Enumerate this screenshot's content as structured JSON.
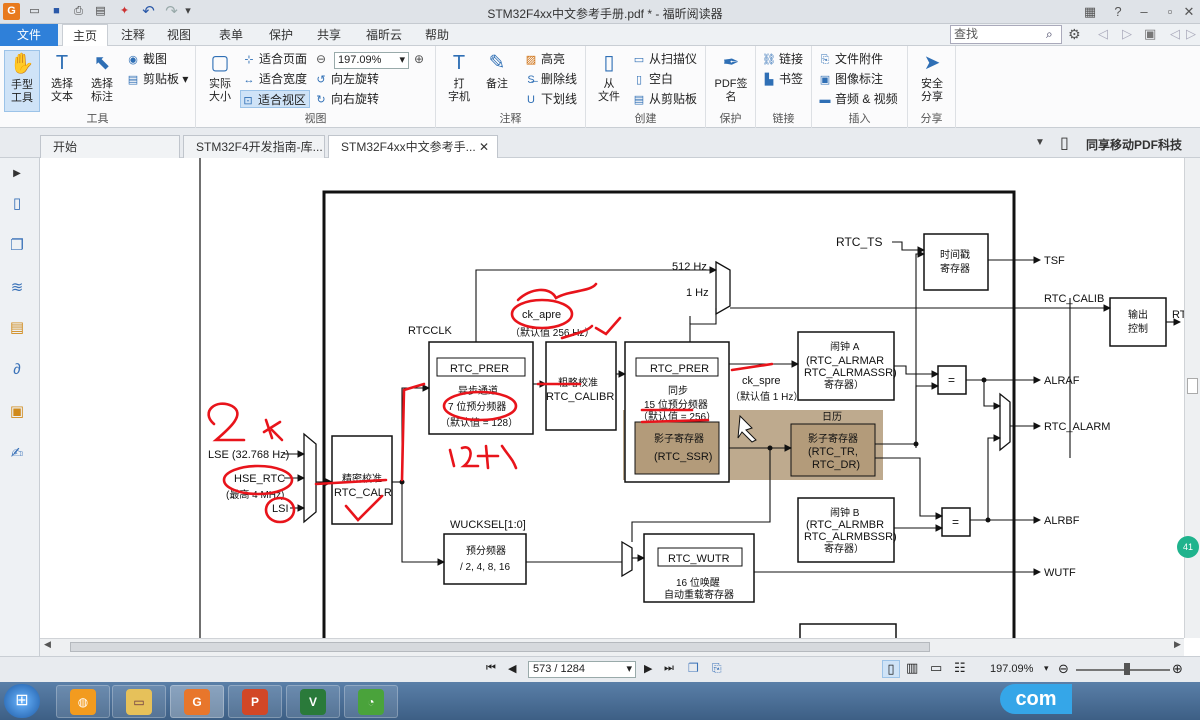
{
  "window": {
    "title": "STM32F4xx中文参考手册.pdf * - 福昕阅读器"
  },
  "menu": {
    "file": "文件",
    "tabs": [
      "主页",
      "注释",
      "视图",
      "表单",
      "保护",
      "共享",
      "福昕云",
      "帮助"
    ],
    "search_placeholder": "查找"
  },
  "ribbon": {
    "tools": {
      "hand": "手型\n工具",
      "select_text": "选择\n文本",
      "select_annot": "选择\n标注",
      "screenshot": "截图",
      "clipboard": "剪贴板",
      "label": "工具"
    },
    "view": {
      "actual_size": "实际\n大小",
      "fit_page": "适合页面",
      "fit_width": "适合宽度",
      "fit_visible": "适合视区",
      "zoom": "197.09%",
      "rotate_left": "向左旋转",
      "rotate_right": "向右旋转",
      "label": "视图"
    },
    "annot": {
      "typewriter": "打\n字机",
      "note": "备注",
      "highlight": "高亮",
      "strikeout": "删除线",
      "underline": "下划线",
      "label": "注释"
    },
    "create": {
      "from_file": "从\n文件",
      "from_scanner": "从扫描仪",
      "blank": "空白",
      "from_clipboard": "从剪贴板",
      "label": "创建"
    },
    "protect": {
      "pdf_sign": "PDF签\n名",
      "label": "保护"
    },
    "links": {
      "link": "链接",
      "bookmark": "书签",
      "label": "链接"
    },
    "insert": {
      "file_attach": "文件附件",
      "image_annot": "图像标注",
      "audio_video": "音频 & 视频",
      "label": "插入"
    },
    "share": {
      "secure_share": "安全\n分享",
      "label": "分享"
    }
  },
  "doc_tabs": [
    "开始",
    "STM32F4开发指南-库...",
    "STM32F4xx中文参考手..."
  ],
  "promo": "同享移动PDF科技",
  "diagram": {
    "rtcclk": "RTCCLK",
    "lse": "LSE (32.768 Hz)",
    "hse_rtc": "HSE_RTC",
    "hse_note": "(最高 4 MHz)",
    "lsi": "LSI",
    "fine_cal": "精密校准",
    "rtc_calr": "RTC_CALR",
    "prer_a": "RTC_PRER",
    "async": "异步通道",
    "prediv7": "7 位预分频器",
    "default128": "（默认值 = 128）",
    "coarse_cal": "粗略校准",
    "rtc_calibr": "RTC_CALIBR",
    "ck_apre": "ck_apre",
    "ck_apre_default": "（默认值 256 Hz）",
    "prer_s": "RTC_PRER",
    "sync": "同步",
    "prediv15": "15 位预分频器",
    "default256": "（默认值 = 256）",
    "shadow_ssr": "影子寄存器",
    "rtc_ssr": "(RTC_SSR)",
    "ck_spre": "ck_spre",
    "ck_spre_default": "（默认值 1 Hz）",
    "calendar": "日历",
    "shadow_tr": "影子寄存器",
    "rtc_tr": "(RTC_TR,",
    "rtc_dr": "RTC_DR)",
    "hz512": "512 Hz",
    "hz1": "1 Hz",
    "rtc_ts": "RTC_TS",
    "timestamp": "时间戳",
    "reg": "寄存器",
    "tsf": "TSF",
    "rtc_calib": "RTC_CALIB",
    "out_ctrl": "输出",
    "ctrl": "控制",
    "alarm_a": "闹钟 A",
    "alrmar": "(RTC_ALRMAR",
    "alrmassr": "RTC_ALRMASSR)",
    "reg_a": "寄存器）",
    "alraf": "ALRAF",
    "rtc_alarm": "RTC_ALARM",
    "alarm_b": "闹钟 B",
    "alrmbr": "(RTC_ALRMBR",
    "alrmbssr": "RTC_ALRMBSSR)",
    "reg_b": "寄存器）",
    "alrbf": "ALRBF",
    "wucksel": "WUCKSEL[1:0]",
    "prescaler": "预分频器",
    "div_list": "/ 2, 4, 8, 16",
    "rtc_wutr": "RTC_WUTR",
    "wakeup16": "16 位唤醒",
    "autoreload": "自动重载寄存器",
    "wutf": "WUTF",
    "eq": "=",
    "rt_edge": "RT",
    "handwritten": "K  2  12+1"
  },
  "status": {
    "page": "573 / 1284",
    "zoom": "197.09%"
  },
  "taskbar": {
    "items": [
      "开始",
      "文件资源管理器",
      "福昕阅读器",
      "PowerPoint",
      "Visio",
      "360"
    ],
    "corner_text": "com"
  },
  "colors": {
    "accent": "#2f80d9",
    "annotation": "#e8141b",
    "shadow_fill": "#b39b7a"
  }
}
